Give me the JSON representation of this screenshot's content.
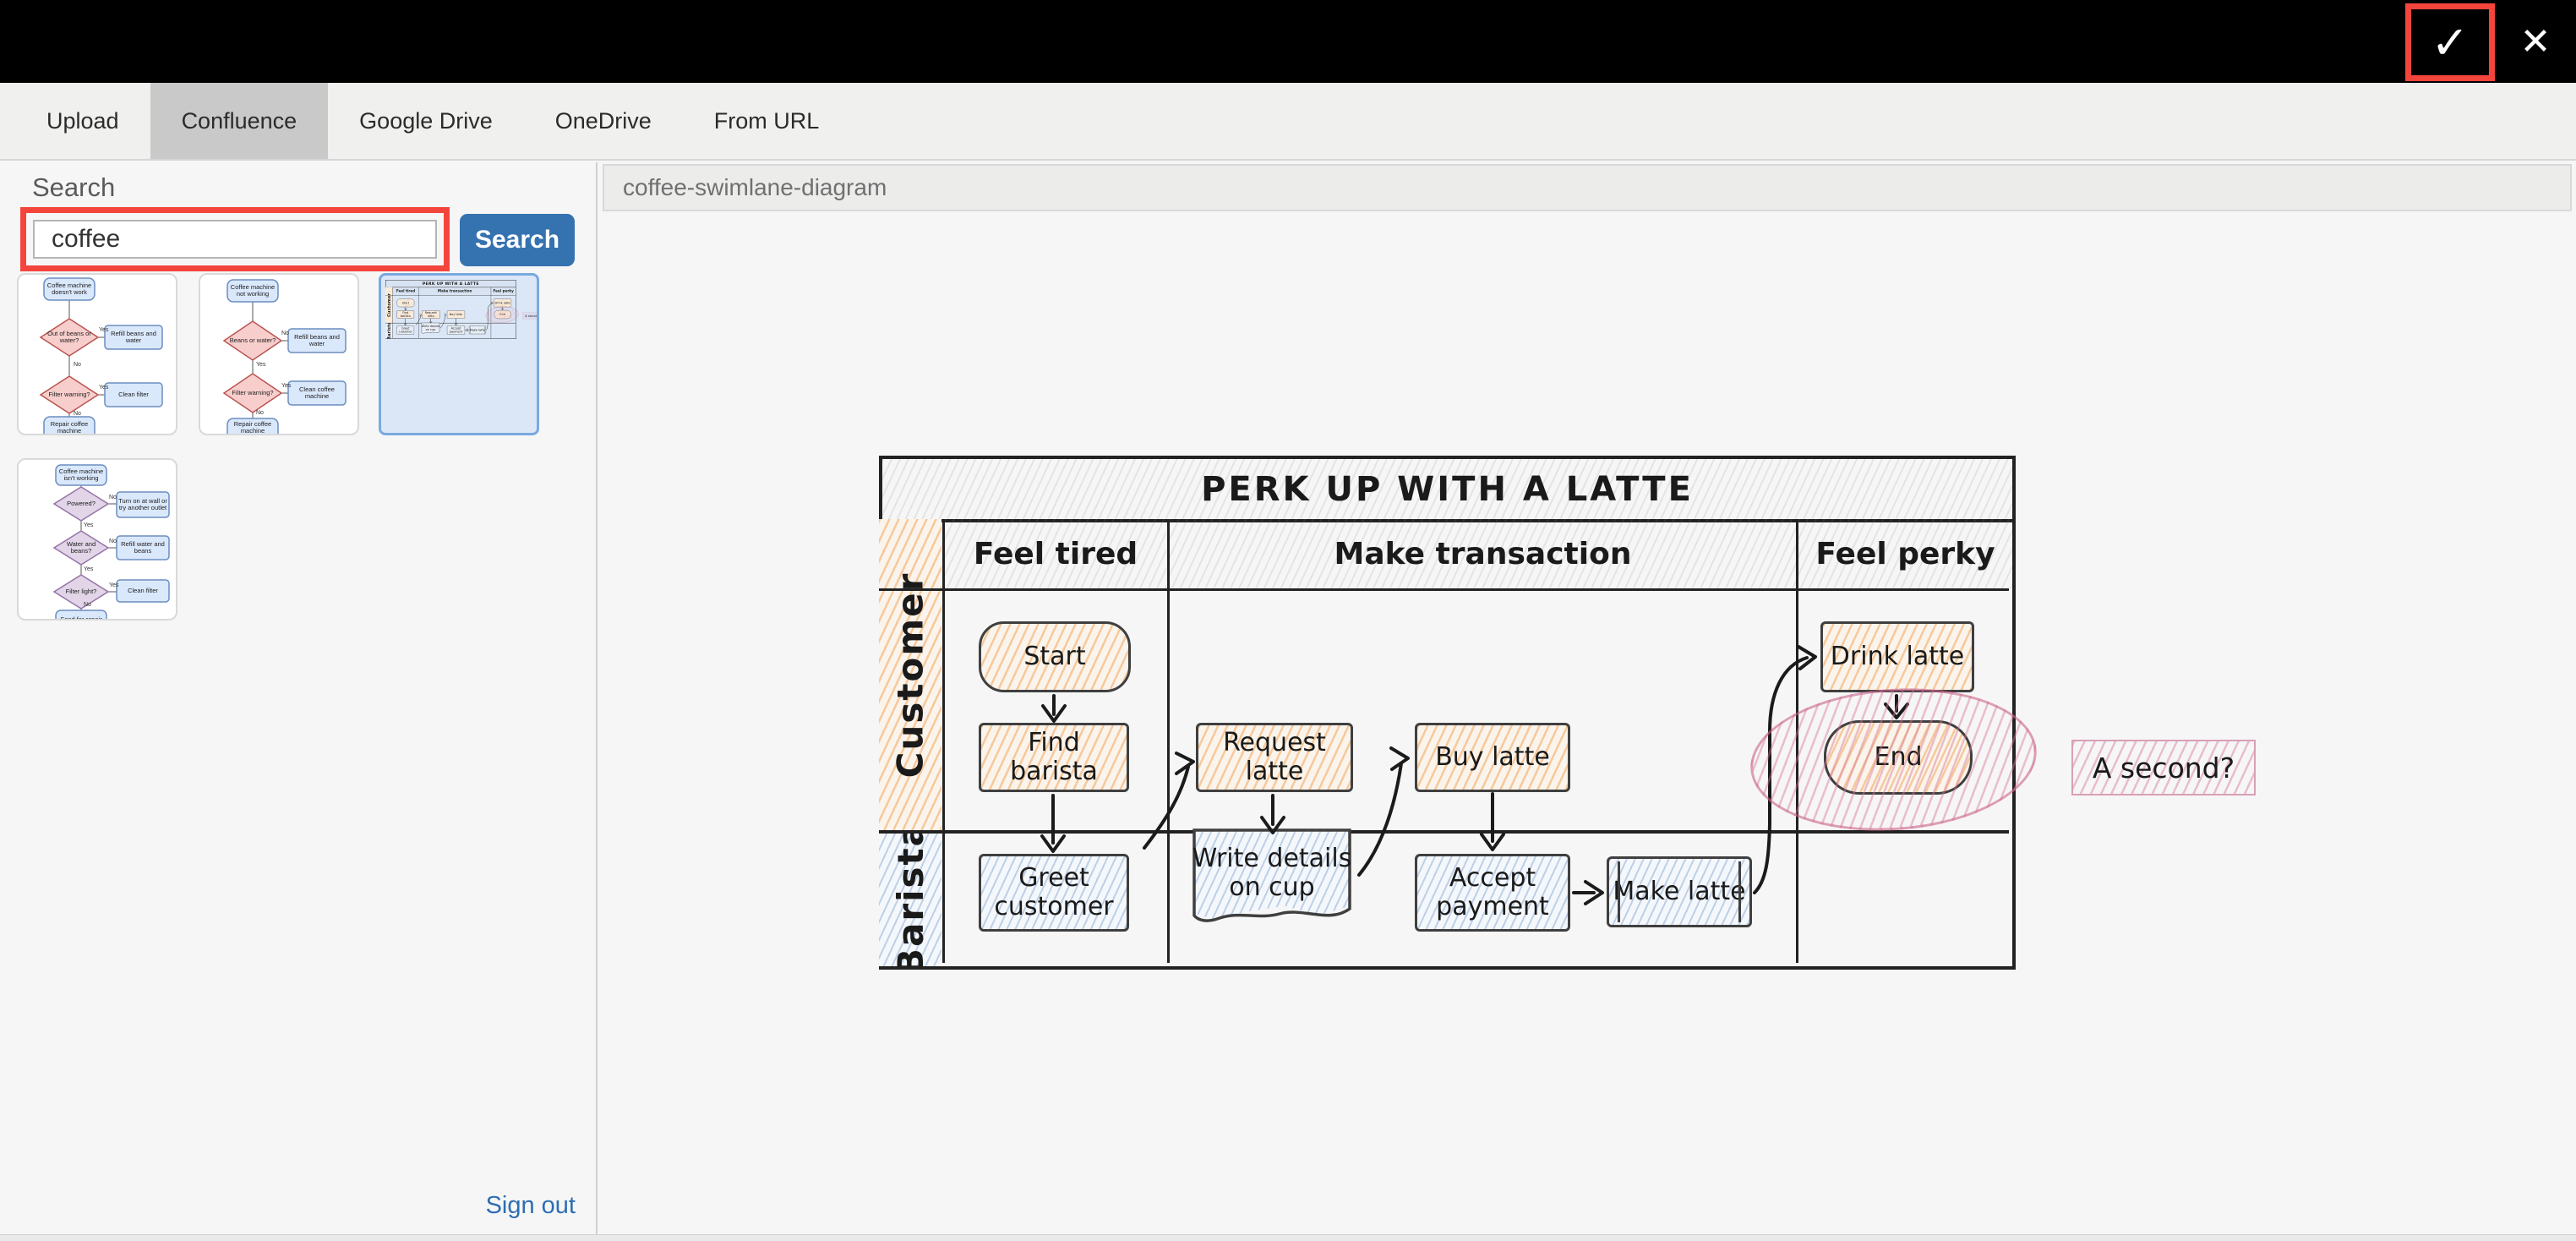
{
  "topbar": {
    "confirm_icon": "✓",
    "close_icon": "✕"
  },
  "tabs": {
    "items": [
      "Upload",
      "Confluence",
      "Google Drive",
      "OneDrive",
      "From URL"
    ],
    "selected": "Confluence"
  },
  "search": {
    "label": "Search",
    "value": "coffee",
    "button_label": "Search"
  },
  "left_panel": {
    "signout_label": "Sign out"
  },
  "preview": {
    "filename": "coffee-swimlane-diagram"
  },
  "diagram": {
    "title": "PERK UP WITH A LATTE",
    "phases": {
      "tired": "Feel tired",
      "transaction": "Make transaction",
      "perky": "Feel perky"
    },
    "lanes": {
      "customer": "Customer",
      "barista": "Barista"
    },
    "nodes": {
      "start": "Start",
      "find_barista": "Find barista",
      "request_latte": "Request latte",
      "buy_latte": "Buy latte",
      "drink_latte": "Drink latte",
      "end": "End",
      "greet_customer": "Greet customer",
      "write_details": "Write details on cup",
      "accept_payment": "Accept payment",
      "make_latte": "Make latte"
    },
    "annotation": "A second?"
  },
  "thumbnails": {
    "flow1": {
      "n1": "Coffee machine doesn't work",
      "d1": "Out of beans or water?",
      "yes1": "Yes",
      "r1": "Refill beans and water",
      "no1": "No",
      "d2": "Filter warning?",
      "yes2": "Yes",
      "r2": "Clean filter",
      "no2": "No",
      "n2": "Repair coffee machine"
    },
    "flow2": {
      "n1": "Coffee machine not working",
      "d1": "Beans or water?",
      "no1": "No",
      "r1": "Refill beans and water",
      "yes1": "Yes",
      "d2": "Filter warning?",
      "yes2": "Yes",
      "r2": "Clean coffee machine",
      "no2": "No",
      "n2": "Repair coffee machine"
    },
    "flow3": {
      "n1": "Coffee machine isn't working",
      "d1": "Powered?",
      "no1": "No",
      "r1": "Turn on at wall or try another outlet",
      "yes1": "Yes",
      "d2": "Water and beans?",
      "no2": "No",
      "r2": "Refill water and beans",
      "yes2": "Yes",
      "d3": "Filter light?",
      "yes3": "Yes",
      "r3": "Clean filter",
      "no3": "No",
      "n2": "Send for repair"
    }
  },
  "colors": {
    "highlight_red": "#f4453c",
    "accent_blue": "#3572b0",
    "link_blue": "#2e6db4",
    "thumb_selected_border": "#7aa9e0",
    "thumb_selected_bg": "#dbe7f7"
  }
}
